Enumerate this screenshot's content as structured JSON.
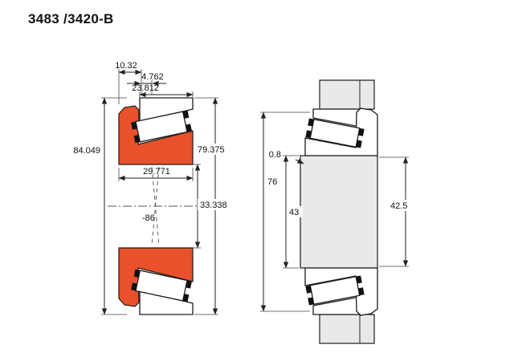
{
  "title": "3483 /3420-B",
  "left_view": {
    "dims": {
      "face_offset": "10.32",
      "rib_width": "4.762",
      "cup_width": "23.812",
      "flange_diameter": "84.049",
      "outer_diameter": "79.375",
      "cone_width": "29.771",
      "assembly_width": "33.338",
      "bore_label": "-86"
    }
  },
  "right_view": {
    "dims": {
      "fillet_radius": "0.8",
      "housing_bore": "76",
      "shaft_shoulder": "43",
      "backing_diameter": "42.5"
    }
  },
  "colors": {
    "accent_orange": "#e8512c",
    "housing_gray": "#e9e9e9",
    "line": "#1c1c1c"
  }
}
